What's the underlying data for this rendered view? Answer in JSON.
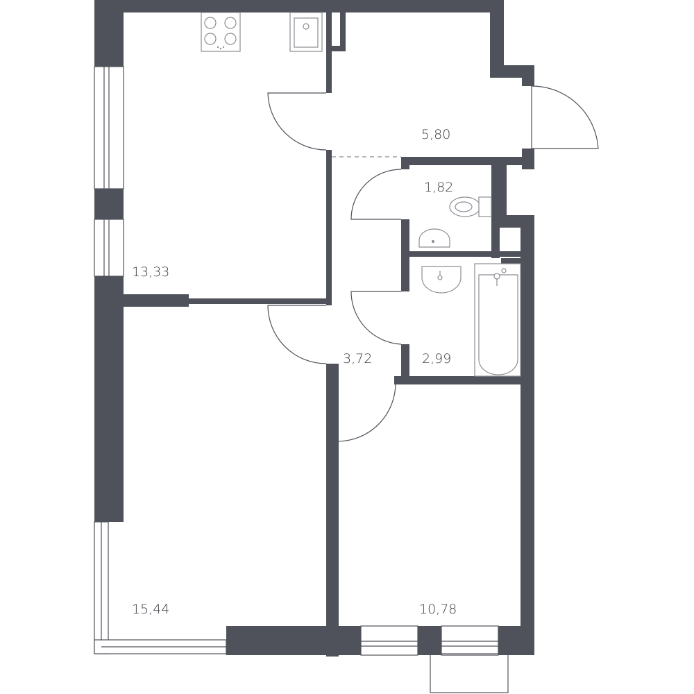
{
  "rooms": [
    {
      "id": "kitchen",
      "area": "13,33"
    },
    {
      "id": "hall",
      "area": "5,80"
    },
    {
      "id": "toilet",
      "area": "1,82"
    },
    {
      "id": "corridor",
      "area": "3,72"
    },
    {
      "id": "bathroom",
      "area": "2,99"
    },
    {
      "id": "living-room",
      "area": "15,44"
    },
    {
      "id": "bedroom",
      "area": "10,78"
    }
  ],
  "colors": {
    "wall": "#4f525a",
    "fixture": "#8a8d93",
    "text": "#3b3d43"
  }
}
